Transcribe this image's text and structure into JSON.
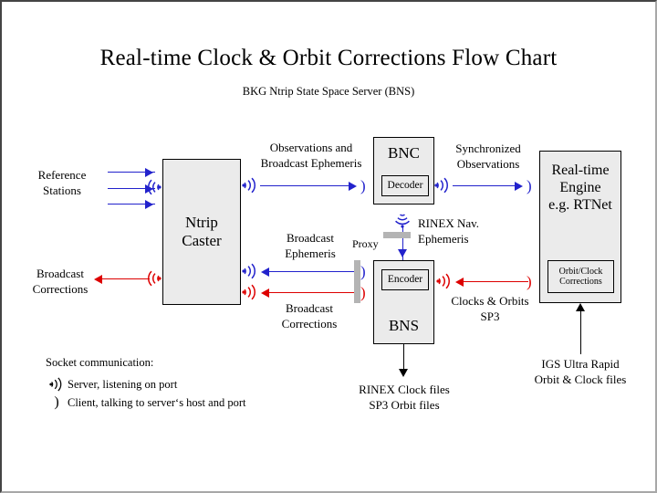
{
  "page": {
    "title": "Real-time Clock & Orbit Corrections Flow Chart",
    "subtitle": "BKG Ntrip State Space Server  (BNS)"
  },
  "colors": {
    "blue_arrow": "#2222cc",
    "red_arrow": "#dd0000",
    "black_arrow": "#000000",
    "box_fill": "#ebebeb",
    "box_border": "#000000",
    "proxy_bar": "#b4b4b4",
    "frame": "#444444"
  },
  "boxes": {
    "caster": {
      "title": "Ntrip\nCaster"
    },
    "bnc": {
      "title": "BNC",
      "sub": "Decoder"
    },
    "bns": {
      "title": "BNS",
      "sub": "Encoder"
    },
    "rte": {
      "title": "Real-time\nEngine\ne.g. RTNet",
      "sub": "Orbit/Clock\nCorrections"
    }
  },
  "labels": {
    "reference_stations": "Reference\nStations",
    "broadcast_corrections_out": "Broadcast\nCorrections",
    "observations_broadcast_ephemeris": "Observations and\nBroadcast Ephemeris",
    "synchronized_observations": "Synchronized\nObservations",
    "broadcast_ephemeris": "Broadcast\nEphemeris",
    "broadcast_corrections_in": "Broadcast\nCorrections",
    "proxy": "Proxy",
    "rinex_nav_ephemeris": "RINEX Nav.\nEphemeris",
    "clocks_orbits_sp3": "Clocks & Orbits\nSP3",
    "rinex_clock_files": "RINEX Clock files\nSP3 Orbit files",
    "igs_ultra_rapid": "IGS Ultra Rapid\nOrbit & Clock files"
  },
  "legend": {
    "heading": "Socket communication:",
    "server": "Server,  listening on port",
    "client": "Client,  talking to server‘s host and port",
    "server_icon": "socket-server-icon",
    "client_icon": "socket-client-icon"
  }
}
